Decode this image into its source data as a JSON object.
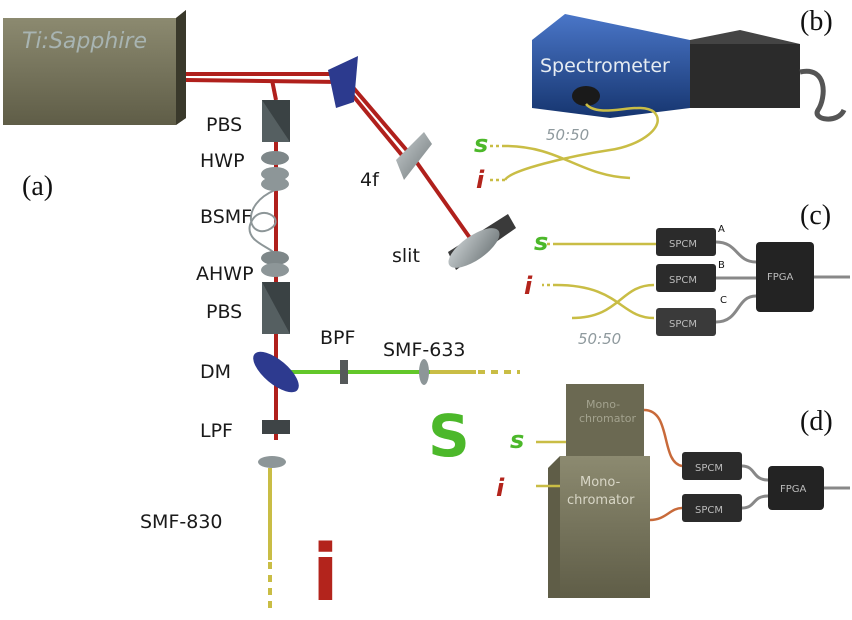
{
  "panels": {
    "a": "(a)",
    "b": "(b)",
    "c": "(c)",
    "d": "(d)"
  },
  "laser": "Ti:Sapphire",
  "setup_a": {
    "pbs_top": "PBS",
    "hwp": "HWP",
    "bsmf": "BSMF",
    "ahwp": "AHWP",
    "pbs_bottom": "PBS",
    "dm": "DM",
    "lpf": "LPF",
    "bpf": "BPF",
    "smf633": "SMF-633",
    "smf830": "SMF-830",
    "four_f": "4f",
    "slit": "slit",
    "signal": "S",
    "idler": "i"
  },
  "setup_b": {
    "spectrometer": "Spectrometer",
    "splitter": "50:50",
    "signal": "s",
    "idler": "i"
  },
  "setup_c": {
    "spcm": "SPCM",
    "ch_a": "A",
    "ch_b": "B",
    "ch_c": "C",
    "fpga": "FPGA",
    "splitter": "50:50",
    "signal": "s",
    "idler": "i"
  },
  "setup_d": {
    "mono_line1": "Mono-",
    "mono_line2": "chromator",
    "spcm": "SPCM",
    "fpga": "FPGA",
    "signal": "s",
    "idler": "i"
  },
  "colors": {
    "beam_red": "#b0201c",
    "beam_green": "#63c72a",
    "fiber": "#c9bd45",
    "signal_green": "#4cb82a",
    "idler_red": "#b3241c",
    "box_olive": "#74715a"
  }
}
